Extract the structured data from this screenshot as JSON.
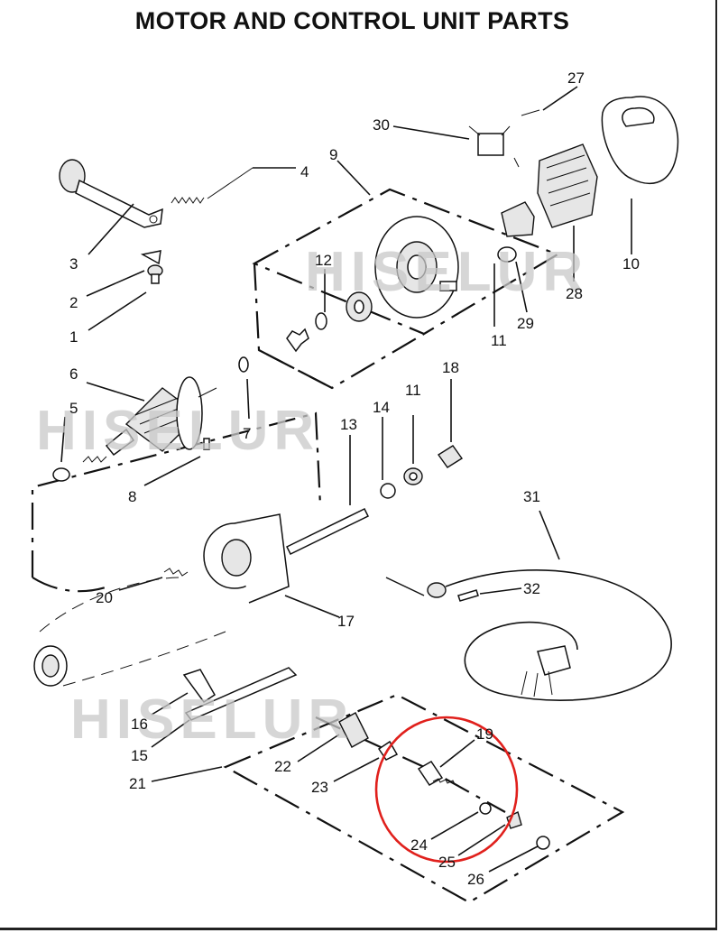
{
  "title": "MOTOR AND CONTROL UNIT PARTS",
  "watermark": "HISELUR",
  "callouts": [
    {
      "n": "1"
    },
    {
      "n": "2"
    },
    {
      "n": "3"
    },
    {
      "n": "4"
    },
    {
      "n": "5"
    },
    {
      "n": "6"
    },
    {
      "n": "7"
    },
    {
      "n": "8"
    },
    {
      "n": "9"
    },
    {
      "n": "10"
    },
    {
      "n": "11"
    },
    {
      "n": "11"
    },
    {
      "n": "12"
    },
    {
      "n": "13"
    },
    {
      "n": "14"
    },
    {
      "n": "15"
    },
    {
      "n": "16"
    },
    {
      "n": "17"
    },
    {
      "n": "18"
    },
    {
      "n": "19"
    },
    {
      "n": "20"
    },
    {
      "n": "21"
    },
    {
      "n": "22"
    },
    {
      "n": "23"
    },
    {
      "n": "24"
    },
    {
      "n": "25"
    },
    {
      "n": "26"
    },
    {
      "n": "27"
    },
    {
      "n": "28"
    },
    {
      "n": "29"
    },
    {
      "n": "30"
    },
    {
      "n": "31"
    },
    {
      "n": "32"
    }
  ],
  "highlight": {
    "color": "#e0201c",
    "circled_parts": [
      "19",
      "24",
      "25"
    ]
  }
}
